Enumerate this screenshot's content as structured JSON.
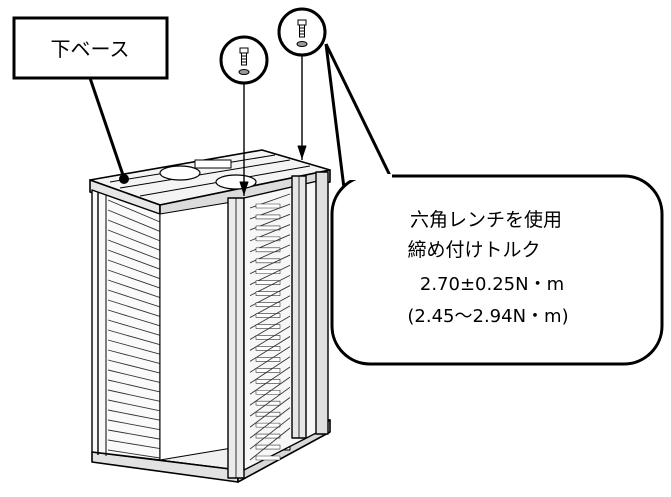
{
  "labels": {
    "base": "下ベース",
    "callout_line1": "六角レンチを使用",
    "callout_line2": "締め付けトルク",
    "callout_line3": "2.70±0.25N・m",
    "callout_line4": "(2.45～2.94N・m)"
  },
  "icons": [
    "screw-icon",
    "screw-icon"
  ]
}
